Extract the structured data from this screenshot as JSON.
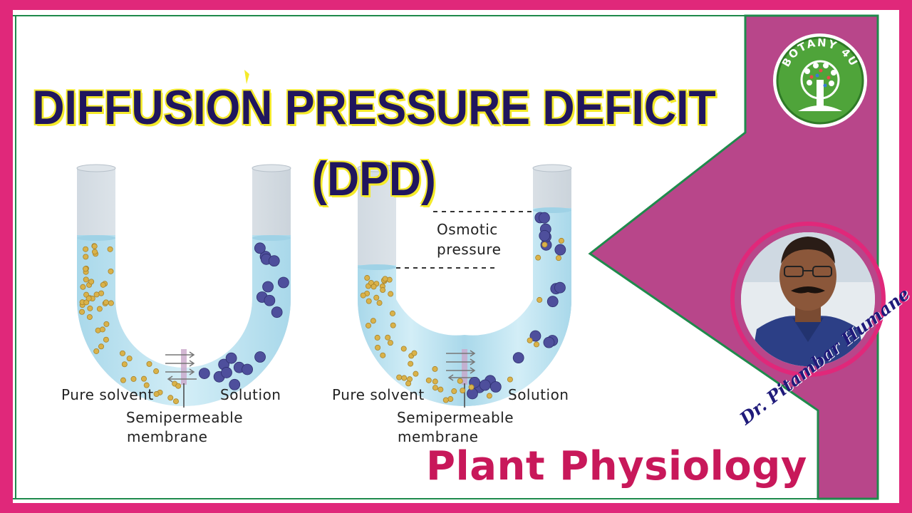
{
  "title": {
    "line1": "DIFFUSION PRESSURE DEFICIT",
    "line2": "(DPD)"
  },
  "logo": {
    "text": "BOTANY 4U"
  },
  "author": "Dr. Pitambar Humane",
  "subject": "Plant Physiology",
  "diagrams": [
    {
      "left_label": "Pure solvent",
      "right_label": "Solution",
      "membrane_label_1": "Semipermeable",
      "membrane_label_2": "membrane"
    },
    {
      "left_label": "Pure solvent",
      "right_label": "Solution",
      "membrane_label_1": "Semipermeable",
      "membrane_label_2": "membrane",
      "pressure_label_1": "Osmotic",
      "pressure_label_2": "pressure"
    }
  ],
  "colors": {
    "border_pink": "#e0287a",
    "panel_magenta": "#b8468a",
    "accent_green": "#1f8a4c",
    "title_navy": "#20165e",
    "title_outline": "#f4ea2a",
    "subject_red": "#c8185a",
    "solvent_particle": "#d9b24a",
    "solute_particle": "#4e4f9c",
    "water": "#bfe3f0"
  }
}
